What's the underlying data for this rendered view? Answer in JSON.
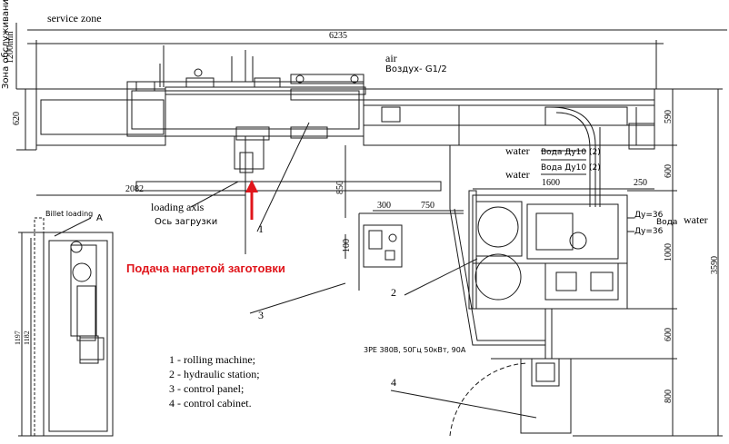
{
  "labels": {
    "service_zone": "service zone",
    "service_zone_ru": "Зона обслуживания",
    "dim_1200min": "1200min",
    "dim_620": "620",
    "dim_6235": "6235",
    "dim_2082": "2082",
    "dim_850": "850",
    "dim_590": "590",
    "dim_600a": "600",
    "dim_1600": "1600",
    "dim_250": "250",
    "dim_1000": "1000",
    "dim_3590": "3590",
    "dim_600b": "600",
    "dim_800": "800",
    "dim_300": "300",
    "dim_750": "750",
    "dim_100": "100",
    "dim_1197": "1197",
    "dim_1182": "1182",
    "air": "air",
    "air_ru": "Воздух- G1/2",
    "water1": "water",
    "water1_ru": "Вода Ду10 (2)",
    "water2": "water",
    "water2_ru": "Вода Ду10 (2)",
    "water3": "water",
    "du36a": "Ду=36",
    "voda": "Вода",
    "du36b": "Ду=36",
    "loading_axis": "loading axis",
    "loading_axis_ru": "Ось загрузки",
    "billet_loading": "Billet loading",
    "detail_a": "A",
    "feed_heated": "Подача нагретой заготовки",
    "callout_1": "1",
    "callout_2": "2",
    "callout_3": "3",
    "callout_4": "4",
    "power": "3PE 380В, 50Гц 50кВт, 90А"
  },
  "legend": [
    "1 - rolling machine;",
    "2 - hydraulic station;",
    "3 - control panel;",
    "4 - control cabinet."
  ],
  "colors": {
    "line": "#1a1a1a",
    "accent": "#e0151b",
    "background": "#ffffff"
  }
}
